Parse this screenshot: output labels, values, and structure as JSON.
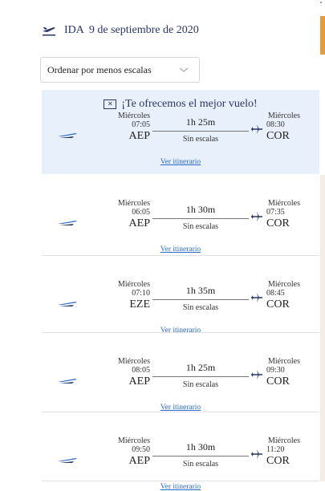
{
  "header": {
    "direction": "IDA",
    "date": "9 de septiembre de 2020"
  },
  "sort": {
    "selected": "Ordenar por menos escalas"
  },
  "best_offer": {
    "label": "¡Te ofrecemos el mejor vuelo!"
  },
  "flights": [
    {
      "dep_day": "Miércoles",
      "dep_time": "07:05",
      "dep_code": "AEP",
      "duration": "1h 25m",
      "stops": "Sin escalas",
      "arr_day": "Miércoles",
      "arr_time": "08:30",
      "arr_code": "COR",
      "itinerary": "Ver itinerario"
    },
    {
      "dep_day": "Miércoles",
      "dep_time": "06:05",
      "dep_code": "AEP",
      "duration": "1h 30m",
      "stops": "Sin escalas",
      "arr_day": "Miércoles",
      "arr_time": "07:35",
      "arr_code": "COR",
      "itinerary": "Ver itinerario"
    },
    {
      "dep_day": "Miércoles",
      "dep_time": "07:10",
      "dep_code": "EZE",
      "duration": "1h 35m",
      "stops": "Sin escalas",
      "arr_day": "Miércoles",
      "arr_time": "08:45",
      "arr_code": "COR",
      "itinerary": "Ver itinerario"
    },
    {
      "dep_day": "Miércoles",
      "dep_time": "08:05",
      "dep_code": "AEP",
      "duration": "1h 25m",
      "stops": "Sin escalas",
      "arr_day": "Miércoles",
      "arr_time": "09:30",
      "arr_code": "COR",
      "itinerary": "Ver itinerario"
    },
    {
      "dep_day": "Miércoles",
      "dep_time": "09:50",
      "dep_code": "AEP",
      "duration": "1h 30m",
      "stops": "Sin escalas",
      "arr_day": "Miércoles",
      "arr_time": "11:20",
      "arr_code": "COR",
      "itinerary": "Ver itinerario"
    }
  ],
  "icons": {
    "header": "plane-takeoff-icon",
    "airline": "airline-logo-icon",
    "arrival": "plane-icon",
    "sort": "chevron-down-icon"
  },
  "colors": {
    "text": "#2a3566",
    "highlight_bg": "#e8f0fb",
    "link": "#2a6ac8",
    "scroll_accent": "#e69a3a"
  }
}
